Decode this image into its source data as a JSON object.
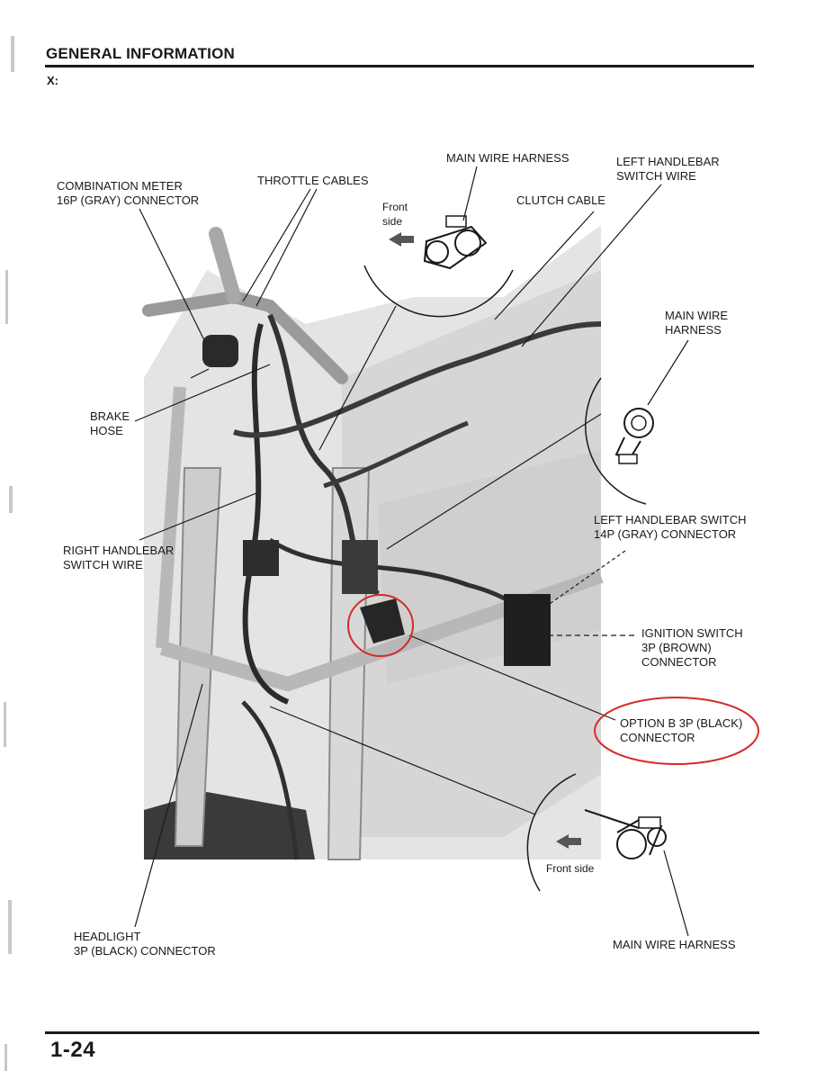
{
  "header": {
    "section_title": "GENERAL INFORMATION",
    "subheading": "X:"
  },
  "figure": {
    "callouts": {
      "main_wire_harness_top": "MAIN WIRE HARNESS",
      "left_handlebar_switch_wire": "LEFT HANDLEBAR\nSWITCH WIRE",
      "combination_meter_connector": "COMBINATION METER\n16P (GRAY) CONNECTOR",
      "throttle_cables": "THROTTLE CABLES",
      "front_side_top": "Front\nside",
      "clutch_cable": "CLUTCH CABLE",
      "main_wire_harness_right": "MAIN WIRE\nHARNESS",
      "brake_hose": "BRAKE\nHOSE",
      "left_handlebar_switch_connector": "LEFT HANDLEBAR SWITCH\n14P (GRAY) CONNECTOR",
      "right_handlebar_switch_wire": "RIGHT HANDLEBAR\nSWITCH WIRE",
      "ignition_switch_connector": "IGNITION SWITCH\n3P (BROWN)\nCONNECTOR",
      "option_b_connector": "OPTION B 3P (BLACK)\nCONNECTOR",
      "front_side_bottom": "Front side",
      "headlight_connector": "HEADLIGHT\n3P (BLACK) CONNECTOR",
      "main_wire_harness_bottom": "MAIN WIRE HARNESS"
    },
    "highlight_color": "#d42a2a"
  },
  "footer": {
    "page_number": "1-24"
  }
}
